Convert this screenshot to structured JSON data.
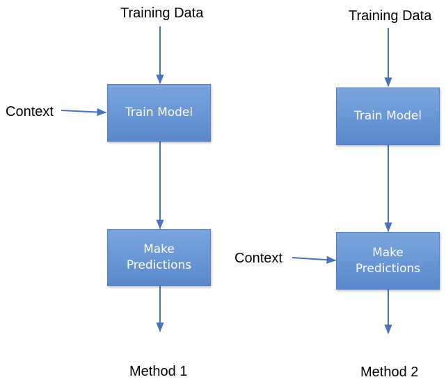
{
  "method1": {
    "training_data": "Training Data",
    "context": "Context",
    "train_model": "Train Model",
    "make_predictions": "Make\nPredictions",
    "caption": "Method 1"
  },
  "method2": {
    "training_data": "Training Data",
    "context": "Context",
    "train_model": "Train Model",
    "make_predictions": "Make\nPredictions",
    "caption": "Method 2"
  },
  "colors": {
    "box": "#6a97d6",
    "arrow": "#4a72b8"
  }
}
